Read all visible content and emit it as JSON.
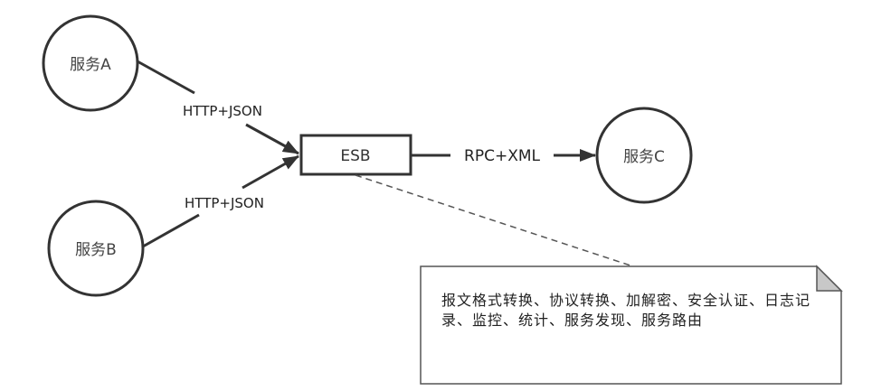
{
  "diagram": {
    "nodes": {
      "service_a": {
        "label": "服务A"
      },
      "service_b": {
        "label": "服务B"
      },
      "service_c": {
        "label": "服务C"
      },
      "esb": {
        "label": "ESB"
      }
    },
    "edges": {
      "a_to_esb": {
        "label": "HTTP+JSON"
      },
      "b_to_esb": {
        "label": "HTTP+JSON"
      },
      "esb_to_c": {
        "label": "RPC+XML"
      }
    },
    "note": {
      "text": "报文格式转换、协议转换、加解密、安全认证、日志记录、监控、统计、服务发现、服务路由"
    },
    "colors": {
      "stroke": "#333333",
      "fold": "#c8c8c8",
      "background": "#ffffff"
    }
  }
}
